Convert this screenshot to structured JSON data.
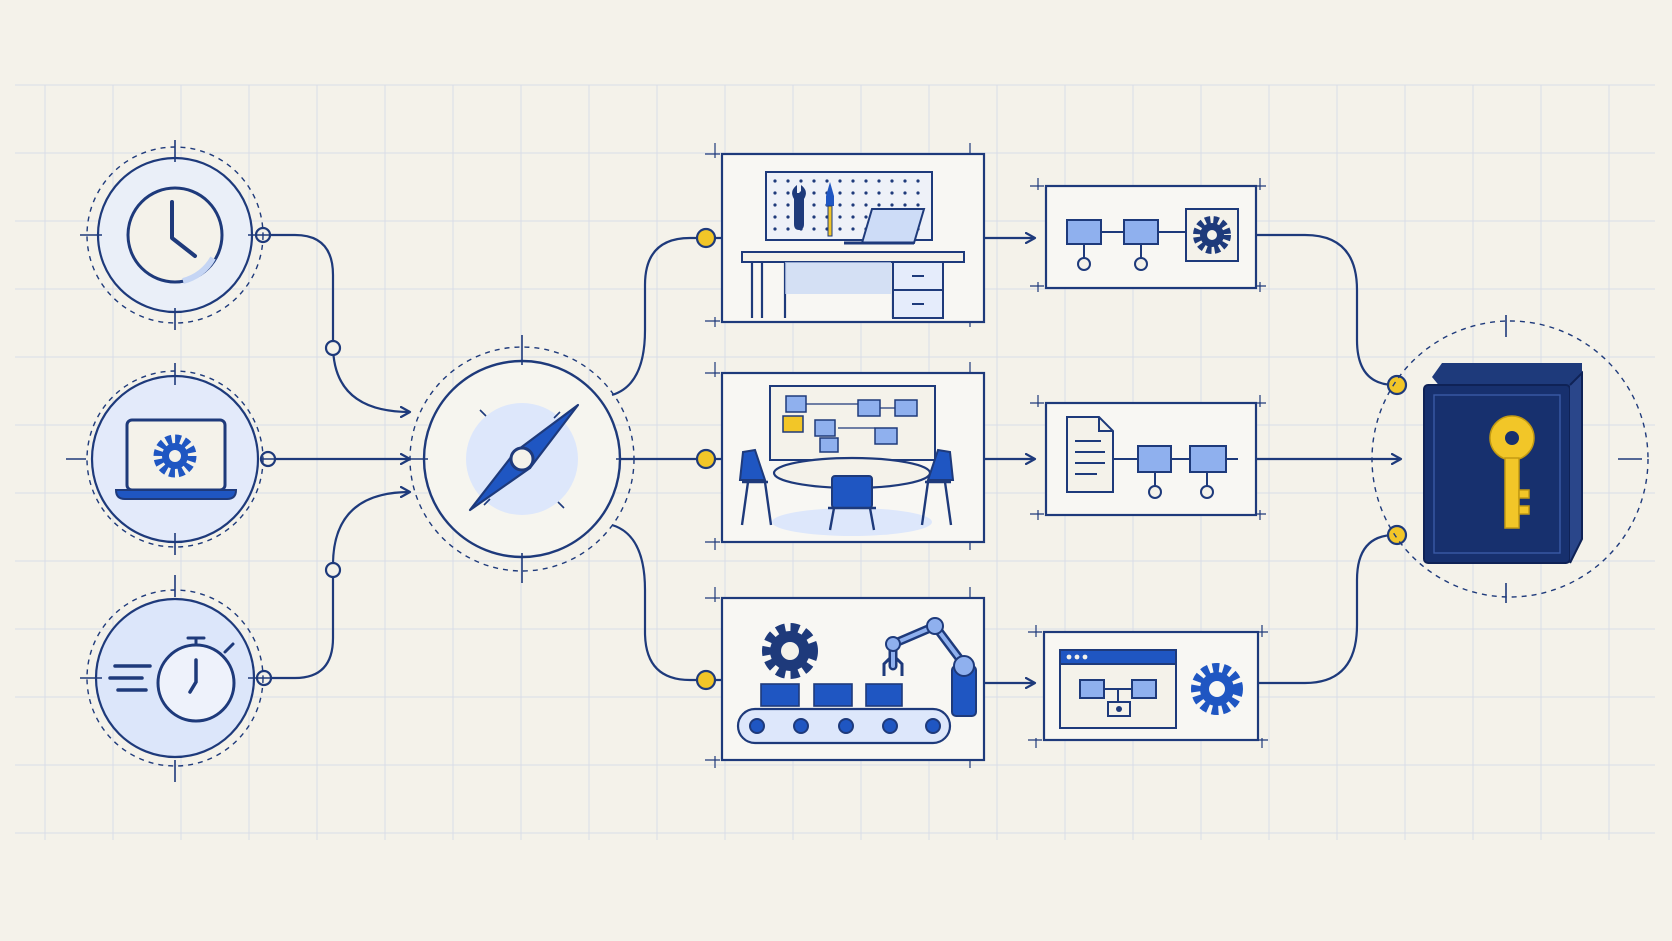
{
  "colors": {
    "background": "#f4f2ea",
    "grid": "#d9dde8",
    "ink": "#1e3a7b",
    "accent_blue": "#1f56c2",
    "fill_light": "#dce6fa",
    "fill_mid": "#8fb0ee",
    "connector_yellow": "#f2c628",
    "book_cover": "#17306e",
    "key_gold": "#f2c628"
  },
  "diagram": {
    "inputs": [
      {
        "id": "clock",
        "icon": "clock-icon"
      },
      {
        "id": "laptop",
        "icon": "laptop-gear-icon"
      },
      {
        "id": "stopwatch",
        "icon": "stopwatch-speed-icon"
      }
    ],
    "hub": {
      "icon": "compass-icon"
    },
    "scenes": [
      {
        "id": "workshop",
        "icon": "workbench-tools-laptop-icon"
      },
      {
        "id": "meeting",
        "icon": "meeting-room-board-icon"
      },
      {
        "id": "factory",
        "icon": "assembly-line-robot-icon"
      }
    ],
    "processes": [
      {
        "id": "flow-gear",
        "icon": "process-flow-gear-icon"
      },
      {
        "id": "doc-flow",
        "icon": "document-flow-icon"
      },
      {
        "id": "app-gear",
        "icon": "app-window-gear-icon"
      }
    ],
    "output": {
      "icon": "book-key-icon"
    }
  }
}
